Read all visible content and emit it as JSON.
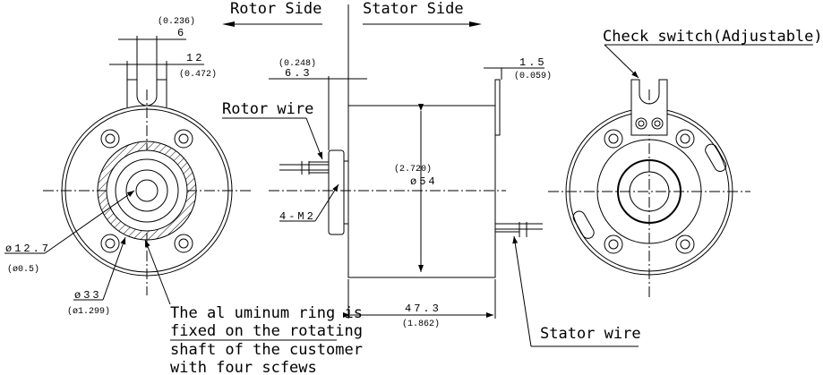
{
  "labels": {
    "rotor_side": "Rotor Side",
    "stator_side": "Stator Side",
    "rotor_wire": "Rotor wire",
    "stator_wire": "Stator wire",
    "check_switch": "Check switch(Adjustable)",
    "screw": "4-M2",
    "note": [
      "The al uminum ring is",
      "fixed on the rotating",
      "shaft of the customer",
      "with four scfews"
    ]
  },
  "dimensions": {
    "slot_width": {
      "mm": "6",
      "inch": "(0.236)"
    },
    "tab_width": {
      "mm": "12",
      "inch": "(0.472)"
    },
    "bore": {
      "mm": "ø12.7",
      "inch": "(ø0.5)"
    },
    "ring": {
      "mm": "ø33",
      "inch": "(ø1.299)"
    },
    "flange_offset": {
      "mm": "6.3",
      "inch": "(0.248)"
    },
    "plate_thickness": {
      "mm": "1.5",
      "inch": "(0.059)"
    },
    "body_diameter": {
      "mm": "ø54",
      "inch": "(2.720)"
    },
    "body_length": {
      "mm": "47.3",
      "inch": "(1.862)"
    }
  }
}
